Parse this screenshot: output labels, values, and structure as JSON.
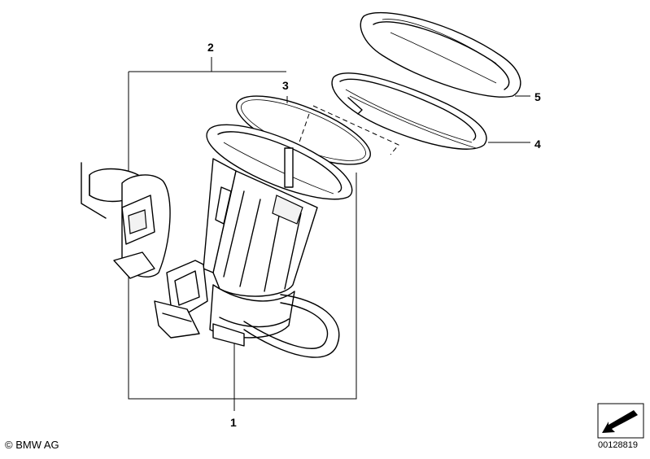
{
  "callouts": {
    "part1": "1",
    "part2": "2",
    "part3": "3",
    "part4": "4",
    "part5": "5"
  },
  "footer": {
    "copyright": "© BMW AG",
    "document_number": "00128819"
  },
  "icons": {
    "arrow_badge": "arrow-icon"
  }
}
